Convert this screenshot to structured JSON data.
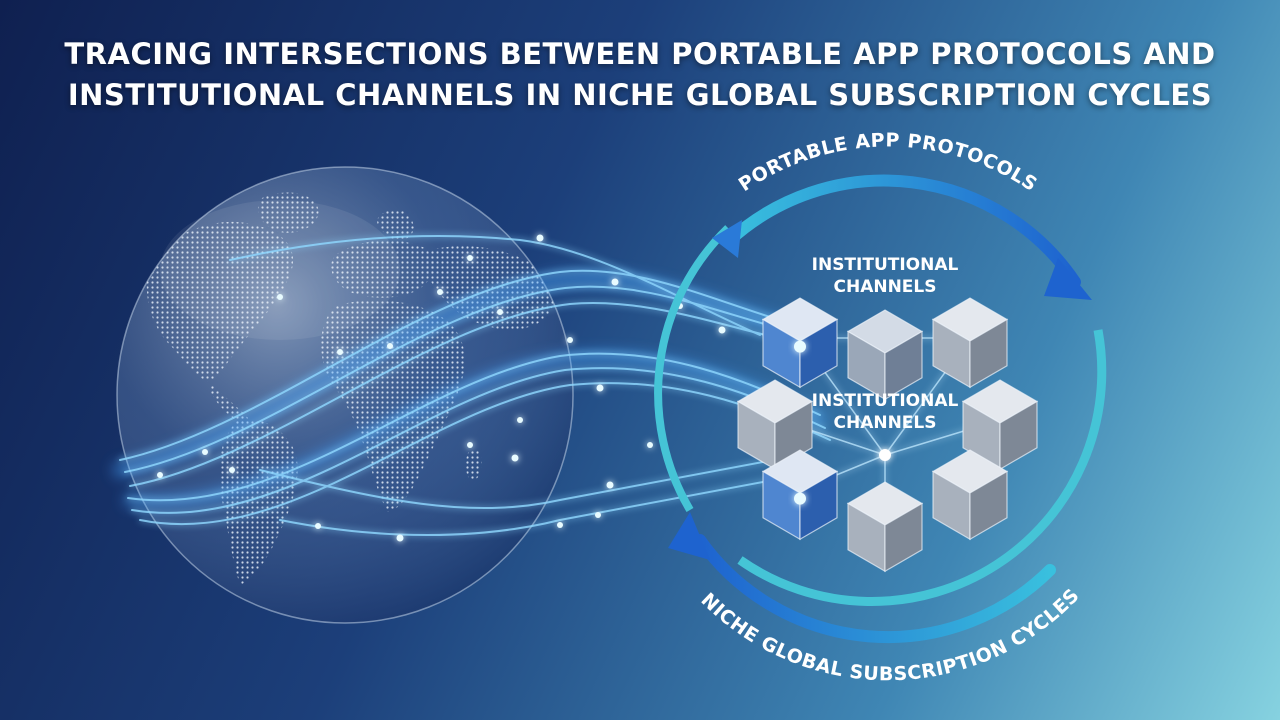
{
  "title": {
    "line1": "TRACING INTERSECTIONS BETWEEN PORTABLE APP PROTOCOLS AND",
    "line2": "INSTITUTIONAL CHANNELS IN NICHE GLOBAL SUBSCRIPTION CYCLES"
  },
  "cycle": {
    "top_label": "PORTABLE APP PROTOCOLS",
    "bottom_label": "NICHE GLOBAL SUBSCRIPTION CYCLES",
    "cube_label_upper_line1": "INSTITUTIONAL",
    "cube_label_upper_line2": "CHANNELS",
    "cube_label_middle_line1": "INSTITUTIONAL",
    "cube_label_middle_line2": "CHANNELS"
  },
  "colors": {
    "ring_arrow": "#35b7d9",
    "ring_arrow_dark": "#1f6fd1",
    "stream_glow": "#7fd0ff",
    "cube_glass": "#b9c3cf",
    "cube_blue": "#3a6fc0"
  },
  "icons": {
    "globe": "world-globe-icon",
    "cube": "cube-icon",
    "arrow": "cycle-arrow-icon"
  }
}
